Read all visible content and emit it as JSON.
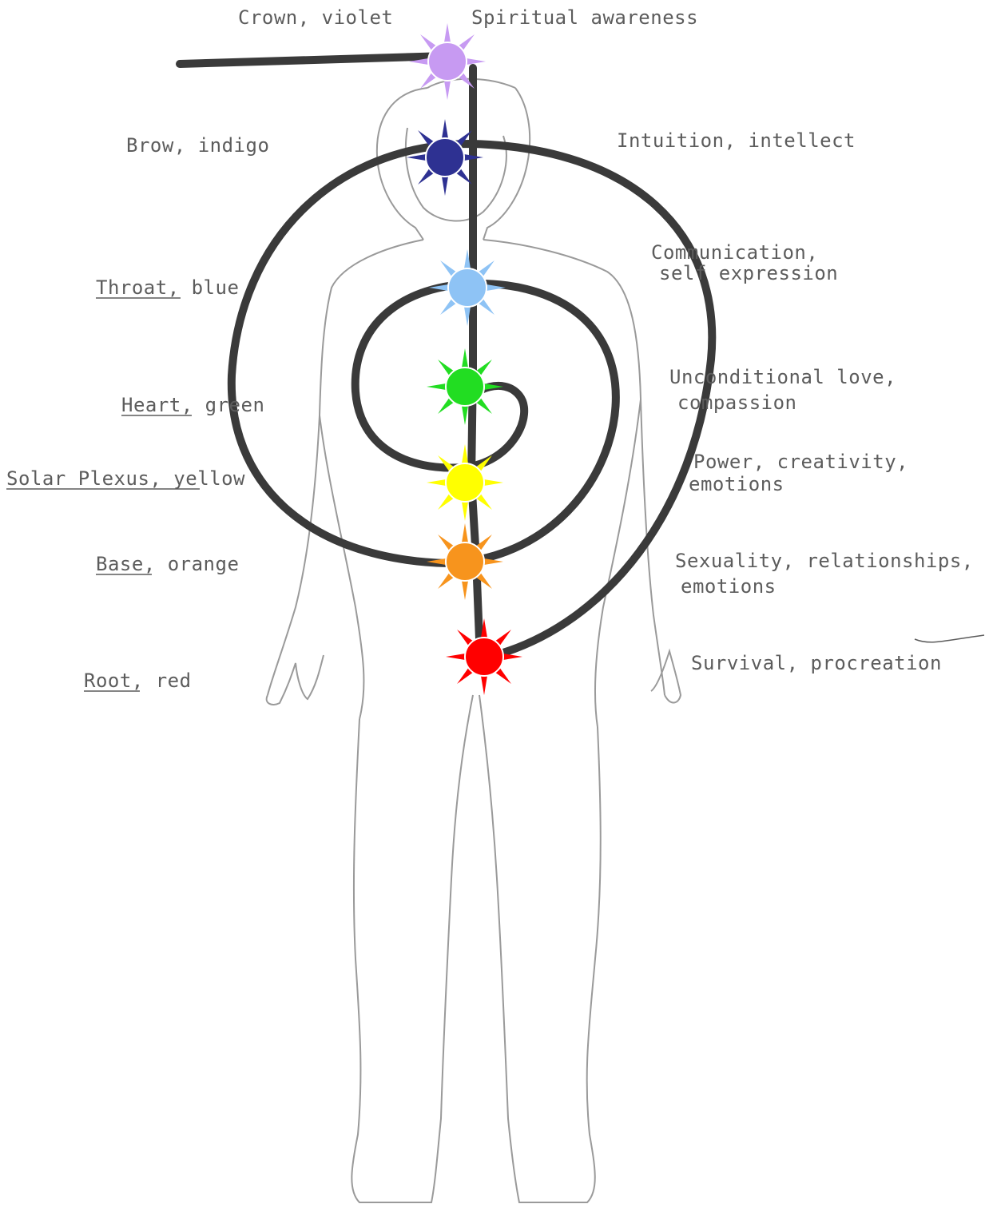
{
  "chakras": [
    {
      "id": "crown",
      "name": "Crown",
      "color_name": "violet",
      "meaning_lines": [
        "Spiritual awareness"
      ],
      "color": "#c79af2"
    },
    {
      "id": "brow",
      "name": "Brow",
      "color_name": "indigo",
      "meaning_lines": [
        "Intuition, intellect"
      ],
      "color": "#2e3192"
    },
    {
      "id": "throat",
      "name": "Throat",
      "color_name": "blue",
      "meaning_lines": [
        "Communication,",
        "self expression"
      ],
      "color": "#8ec3f5"
    },
    {
      "id": "heart",
      "name": "Heart",
      "color_name": "green",
      "meaning_lines": [
        "Unconditional love,",
        "compassion"
      ],
      "color": "#22dd22"
    },
    {
      "id": "solar",
      "name": "Solar_Plexus",
      "color_name": "yellow",
      "meaning_lines": [
        "Power, creativity,",
        "emotions"
      ],
      "color": "#ffff00"
    },
    {
      "id": "base",
      "name": "Base",
      "color_name": "orange",
      "meaning_lines": [
        "Sexuality, relationships,",
        "emotions"
      ],
      "color": "#f7941d"
    },
    {
      "id": "root",
      "name": "Root",
      "color_name": "red",
      "meaning_lines": [
        "Survival, procreation"
      ],
      "color": "#ff0000"
    }
  ],
  "colors": {
    "line": "#3a3a3a",
    "body_outline": "#9a9a9a",
    "text": "#5c5c5c"
  }
}
